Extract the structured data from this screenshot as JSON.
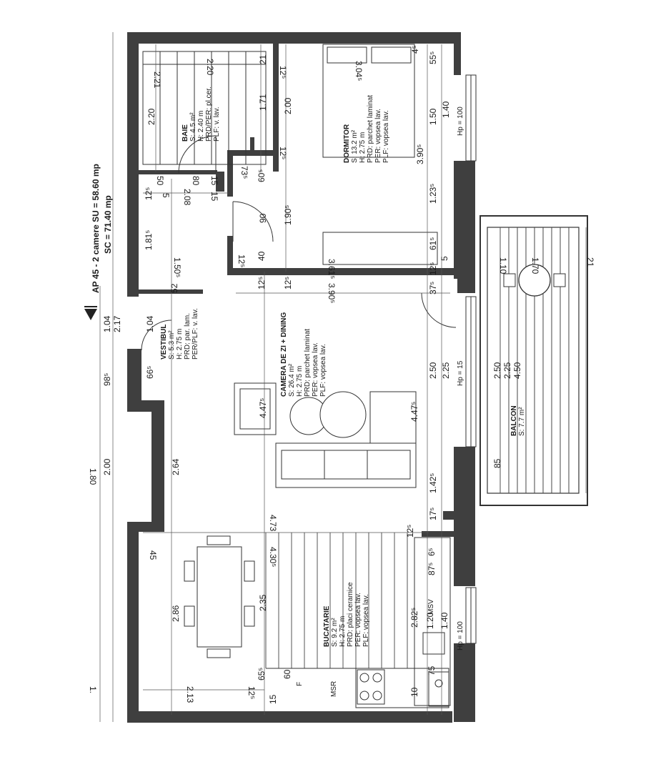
{
  "header": {
    "line1": "AP 45 - 2 camere SU = 58.60 mp",
    "line2": "SC = 71.40 mp"
  },
  "rooms": {
    "baie": {
      "name": "BAIE",
      "area": "S: 4.5 m²",
      "height": "H: 2.40 m",
      "finish1": "PRD/PER: pl.cer.",
      "finish2": "PLF: v. lav."
    },
    "dormitor": {
      "name": "DORMITOR",
      "area": "S: 13.2 m²",
      "height": "H: 2.75 m",
      "finish1": "PRD: parchet laminat",
      "finish2": "PER: vopsea lav.",
      "finish3": "PLF: vopsea lav."
    },
    "vestibul": {
      "name": "VESTIBUL",
      "area": "S: 5.3 m²",
      "height": "H: 2.75 m",
      "finish1": "PRD: par. lam.",
      "finish2": "PER/PLF: v. lav."
    },
    "camera": {
      "name": "CAMERA DE ZI + DINING",
      "area": "S: 26.4 m²",
      "height": "H: 2.75 m",
      "finish1": "PRD: parchet laminat",
      "finish2": "PER: vopsea lav.",
      "finish3": "PLF: vopsea lav."
    },
    "bucatarie": {
      "name": "BUCATARIE",
      "area": "S: 9.2 m²",
      "height": "H: 2.75 m",
      "finish1": "PRD: placi ceramice",
      "finish2": "PER: vopsea lav.",
      "finish3": "PLF: vopsea lav."
    },
    "balcon": {
      "name": "BALCON",
      "area": "S: 7.7 m²"
    }
  },
  "labels": {
    "hp1": "Hp = 100",
    "hp2": "Hp = 15",
    "hp3": "Hp = 100",
    "msv": "MSV",
    "msr": "MSR",
    "f": "F"
  },
  "dims": {
    "d_221": "2.21",
    "d_220a": "2.20",
    "d_21a": "21",
    "d_220b": "2.20",
    "d_171": "1.71",
    "d_125a": "12⁵",
    "d_200a": "2.00",
    "d_304": "3.04⁵",
    "d_45": "4⁵",
    "d_55": "55⁵",
    "d_150": "1.50",
    "d_140a": "1.40",
    "d_50": "50",
    "d_80": "80",
    "d_15a": "15",
    "d_735": "73⁵",
    "d_60": "60⁵",
    "d_390": "3.90⁵",
    "d_125b": "12⁵",
    "d_208": "2.08",
    "d_15b": "15",
    "d_5": "5",
    "d_125c": "12⁵",
    "d_1815": "1.81⁵",
    "d_90": "90",
    "d_1905": "1.90⁵",
    "d_1235": "1.23⁵",
    "d_125d": "12⁵",
    "d_40": "40",
    "d_3615": "3.61⁵",
    "d_615": "61⁵",
    "d_5b": "5",
    "d_150b": "1.50⁵",
    "d_125e": "12⁵",
    "d_125f": "12⁵",
    "d_3905": "3.90⁵",
    "d_375": "37⁵",
    "d_125g": "12⁵",
    "d_152": "52",
    "d_104a": "1.04",
    "d_217": "2.17",
    "d_104b": "1.04",
    "d_110": "1.10",
    "d_1702": "1.70",
    "d_21b": "21",
    "d_985": "98⁵",
    "d_665": "66⁵",
    "d_4475a": "4.47⁵",
    "d_4475b": "4.47⁵",
    "d_250a": "2.50",
    "d_225a": "2.25",
    "d_250b": "2.50",
    "d_225b": "2.25",
    "d_450": "4.50",
    "d_200b": "2.00",
    "d_180": "1.80",
    "d_264": "2.64",
    "d_1425": "1.42⁵",
    "d_85": "85",
    "d_473": "4.73",
    "d_175": "17⁵",
    "d_45b": "45",
    "d_4305": "4.30⁵",
    "d_125h": "12⁵",
    "d_65": "6⁵",
    "d_875": "87⁵",
    "d_286": "2.86",
    "d_235": "2.35",
    "d_2825": "2.82⁵",
    "d_120": "1.20",
    "d_140b": "1.40",
    "d_655": "65⁵",
    "d_60b": "60",
    "d_75": "75",
    "d_213": "2.13",
    "d_125i": "12⁵",
    "d_15c": "15",
    "d_10": "10",
    "d_1": "1."
  }
}
